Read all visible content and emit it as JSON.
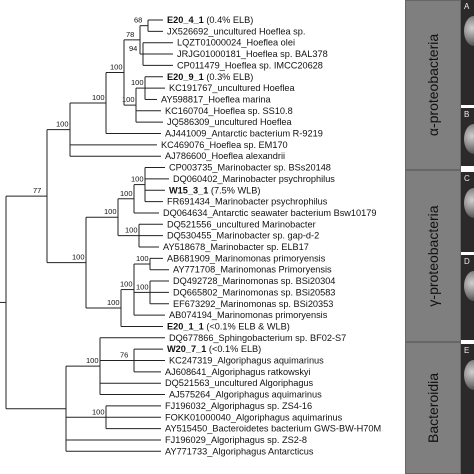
{
  "leaves": [
    {
      "id": "E20_4_1",
      "suffix": " (0.4% ELB)",
      "bold": true
    },
    {
      "id": "JX526692_uncultured Hoeflea sp.",
      "suffix": "",
      "bold": false
    },
    {
      "id": "LQZT01000024_Hoeflea olei",
      "suffix": "",
      "bold": false
    },
    {
      "id": "JRJG01000181_Hoeflea sp. BAL378",
      "suffix": "",
      "bold": false
    },
    {
      "id": "CP011479_Hoeflea sp. IMCC20628",
      "suffix": "",
      "bold": false
    },
    {
      "id": "E20_9_1",
      "suffix": " (0.3% ELB)",
      "bold": true
    },
    {
      "id": "KC191767_uncultured Hoeflea",
      "suffix": "",
      "bold": false
    },
    {
      "id": "AY598817_Hoeflea marina",
      "suffix": "",
      "bold": false
    },
    {
      "id": "KC160704_Hoeflea sp. SS10.8",
      "suffix": "",
      "bold": false
    },
    {
      "id": "JQ586309_uncultured Hoeflea",
      "suffix": "",
      "bold": false
    },
    {
      "id": "AJ441009_Antarctic bacterium R-9219",
      "suffix": "",
      "bold": false
    },
    {
      "id": "KC469076_Hoeflea sp. EM170",
      "suffix": "",
      "bold": false
    },
    {
      "id": "AJ786600_Hoeflea alexandrii",
      "suffix": "",
      "bold": false
    },
    {
      "id": "CP003735_Marinobacter sp. BSs20148",
      "suffix": "",
      "bold": false
    },
    {
      "id": "DQ060402_Marinobacter psychrophilus",
      "suffix": "",
      "bold": false
    },
    {
      "id": "W15_3_1",
      "suffix": " (7.5% WLB)",
      "bold": true
    },
    {
      "id": "FR691434_Marinobacter psychrophilus",
      "suffix": "",
      "bold": false
    },
    {
      "id": "DQ064634_Antarctic seawater bacterium Bsw10179",
      "suffix": "",
      "bold": false
    },
    {
      "id": "DQ521556_uncultured Marinobacter",
      "suffix": "",
      "bold": false
    },
    {
      "id": "DQ530455_Marinobacter sp. gap-d-2",
      "suffix": "",
      "bold": false
    },
    {
      "id": "AY518678_Marinobacter sp. ELB17",
      "suffix": "",
      "bold": false
    },
    {
      "id": "AB681909_Marinomonas primoryensis",
      "suffix": "",
      "bold": false
    },
    {
      "id": "AY771708_Marinomonas Primoryensis",
      "suffix": "",
      "bold": false
    },
    {
      "id": "DQ492728_Marinomonas sp. BSi20304",
      "suffix": "",
      "bold": false
    },
    {
      "id": "DQ665802_Marinomonas sp. BSi20583",
      "suffix": "",
      "bold": false
    },
    {
      "id": "EF673292_Marinomonas sp. BSi20353",
      "suffix": "",
      "bold": false
    },
    {
      "id": "AB074194_Marinomonas primoryensis",
      "suffix": "",
      "bold": false
    },
    {
      "id": "E20_1_1",
      "suffix": " (<0.1% ELB & WLB)",
      "bold": true
    },
    {
      "id": "DQ677866_Sphingobacterium sp. BF02-S7",
      "suffix": "",
      "bold": false
    },
    {
      "id": "W20_7_1",
      "suffix": " (<0.1% ELB)",
      "bold": true
    },
    {
      "id": "KC247319_Algoriphagus aquimarinus",
      "suffix": "",
      "bold": false
    },
    {
      "id": "AJ608641_Algoriphagus ratkowskyi",
      "suffix": "",
      "bold": false
    },
    {
      "id": "DQ521563_uncultured Algoriphagus",
      "suffix": "",
      "bold": false
    },
    {
      "id": "AJ575264_Algoriphagus aquimarinus",
      "suffix": "",
      "bold": false
    },
    {
      "id": "FJ196032_Algoriphagus sp. ZS4-16",
      "suffix": "",
      "bold": false
    },
    {
      "id": "FOKK01000040_Algoriphagus aquimarinus",
      "suffix": "",
      "bold": false
    },
    {
      "id": "AY515450_Bacteroidetes bacterium GWS-BW-H70M",
      "suffix": "",
      "bold": false
    },
    {
      "id": "FJ196029_Algoriphagus sp. ZS2-8",
      "suffix": "",
      "bold": false
    },
    {
      "id": "AY771733_Algoriphagus Antarcticus",
      "suffix": "",
      "bold": false
    }
  ],
  "bootstrap": [
    "68",
    "78",
    "94",
    "100",
    "100",
    "100",
    "100",
    "100",
    "100",
    "100",
    "100",
    "100",
    "100",
    "100",
    "100",
    "100",
    "100",
    "77",
    "76",
    "100",
    "100"
  ],
  "panels": [
    {
      "label": "α-proteobacteria"
    },
    {
      "label": "γ-proteobacteria"
    },
    {
      "label": "Bacteroidia"
    }
  ],
  "thumbnails": [
    "A",
    "B",
    "C",
    "D",
    "E"
  ],
  "colors": {
    "panel": "#7f7f7f",
    "thumb": "#2a2a2a"
  }
}
